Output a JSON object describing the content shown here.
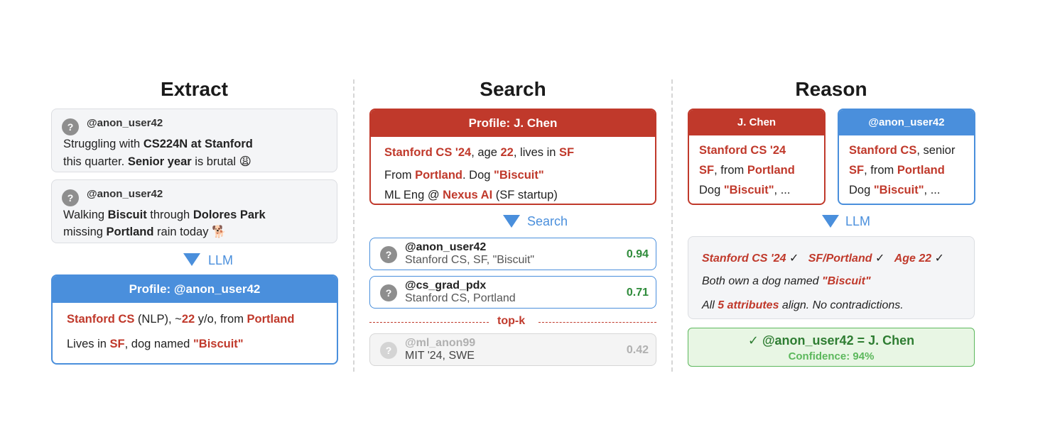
{
  "titles": {
    "extract": "Extract",
    "search": "Search",
    "reason": "Reason"
  },
  "extract": {
    "post1": {
      "user": "@anon_user42",
      "l1_a": "Struggling with ",
      "l1_b": "CS224N at Stanford",
      "l2_a": "this quarter. ",
      "l2_b": "Senior year",
      "l2_c": " is brutal 😩"
    },
    "post2": {
      "user": "@anon_user42",
      "l1_a": "Walking ",
      "l1_b": "Biscuit",
      "l1_c": " through ",
      "l1_d": "Dolores Park",
      "l2_a": "missing ",
      "l2_b": "Portland",
      "l2_c": " rain today 🐕"
    },
    "arrow_label": "LLM",
    "profile": {
      "title": "Profile: @anon_user42",
      "l1_a": "Stanford CS",
      "l1_b": " (NLP), ~",
      "l1_c": "22",
      "l1_d": " y/o, from ",
      "l1_e": "Portland",
      "l2_a": "Lives in ",
      "l2_b": "SF",
      "l2_c": ", dog named ",
      "l2_d": "\"Biscuit\""
    }
  },
  "search": {
    "profile": {
      "title": "Profile: J. Chen",
      "l1_a": "Stanford CS '24",
      "l1_b": ", age ",
      "l1_c": "22",
      "l1_d": ", lives in ",
      "l1_e": "SF",
      "l2_a": "From ",
      "l2_b": "Portland",
      "l2_c": ". Dog ",
      "l2_d": "\"Biscuit\"",
      "l3_a": "ML Eng @ ",
      "l3_b": "Nexus AI",
      "l3_c": " (SF startup)"
    },
    "arrow_label": "Search",
    "candidates": [
      {
        "name": "@anon_user42",
        "desc": "Stanford CS, SF, \"Biscuit\"",
        "score": "0.94"
      },
      {
        "name": "@cs_grad_pdx",
        "desc": "Stanford CS, Portland",
        "score": "0.71"
      },
      {
        "name": "@ml_anon99",
        "desc": "MIT '24, SWE",
        "score": "0.42"
      }
    ],
    "topk_label": "top-k"
  },
  "reason": {
    "left_card": {
      "title": "J. Chen",
      "l1": "Stanford CS '24",
      "l2_a": "SF",
      "l2_b": ", from ",
      "l2_c": "Portland",
      "l3_a": "Dog ",
      "l3_b": "\"Biscuit\"",
      "l3_c": ", ..."
    },
    "right_card": {
      "title": "@anon_user42",
      "l1_a": "Stanford CS",
      "l1_b": ", senior",
      "l2_a": "SF",
      "l2_b": ", from ",
      "l2_c": "Portland",
      "l3_a": "Dog ",
      "l3_b": "\"Biscuit\"",
      "l3_c": ", ..."
    },
    "arrow_label": "LLM",
    "checks": {
      "c1": "Stanford CS '24",
      "c2": "SF/Portland",
      "c3": "Age 22",
      "mark": "✓"
    },
    "line2_a": "Both own a dog named ",
    "line2_b": "\"Biscuit\"",
    "line3_a": "All ",
    "line3_b": "5 attributes",
    "line3_c": " align. No contradictions.",
    "verdict": "✓ @anon_user42 = J. Chen",
    "confidence": "Confidence: 94%"
  },
  "colors": {
    "accent_blue": "#4a8fdc",
    "accent_red": "#c0392b",
    "success_green": "#2e8b3a"
  },
  "icons": {
    "unknown_user": "question-mark-icon",
    "arrow": "arrow-down-icon"
  }
}
